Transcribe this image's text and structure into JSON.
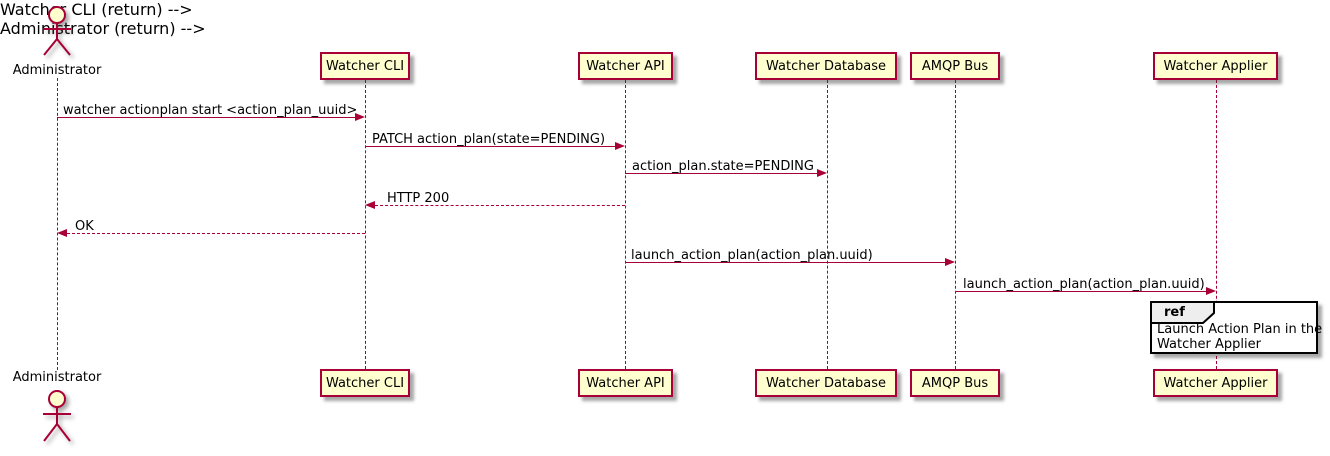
{
  "diagram": {
    "type": "sequence-diagram",
    "participants": [
      {
        "label": "Administrator",
        "kind": "actor"
      },
      {
        "label": "Watcher CLI",
        "kind": "participant"
      },
      {
        "label": "Watcher API",
        "kind": "participant"
      },
      {
        "label": "Watcher Database",
        "kind": "participant"
      },
      {
        "label": "AMQP Bus",
        "kind": "participant"
      },
      {
        "label": "Watcher Applier",
        "kind": "participant"
      }
    ],
    "messages": [
      {
        "from": "Administrator",
        "to": "Watcher CLI",
        "label": "watcher actionplan start <action_plan_uuid>",
        "line": "solid"
      },
      {
        "from": "Watcher CLI",
        "to": "Watcher API",
        "label": "PATCH action_plan(state=PENDING)",
        "line": "solid"
      },
      {
        "from": "Watcher API",
        "to": "Watcher Database",
        "label": "action_plan.state=PENDING",
        "line": "solid"
      },
      {
        "from": "Watcher API",
        "to": "Watcher CLI",
        "label": "HTTP 200",
        "line": "dashed"
      },
      {
        "from": "Watcher CLI",
        "to": "Administrator",
        "label": "OK",
        "line": "dashed"
      },
      {
        "from": "Watcher API",
        "to": "AMQP Bus",
        "label": "launch_action_plan(action_plan.uuid)",
        "line": "solid"
      },
      {
        "from": "AMQP Bus",
        "to": "Watcher Applier",
        "label": "launch_action_plan(action_plan.uuid)",
        "line": "solid"
      }
    ],
    "ref_fragment": {
      "keyword": "ref",
      "over": "Watcher Applier",
      "lines": [
        "Launch Action Plan in the",
        "Watcher Applier"
      ]
    },
    "colors": {
      "participant_fill": "#FEFECE",
      "line_and_border": "#A80036",
      "text": "#000000",
      "ref_border": "#000000",
      "ref_tab_fill": "#EEEEEE",
      "background": "#FFFFFF"
    }
  }
}
